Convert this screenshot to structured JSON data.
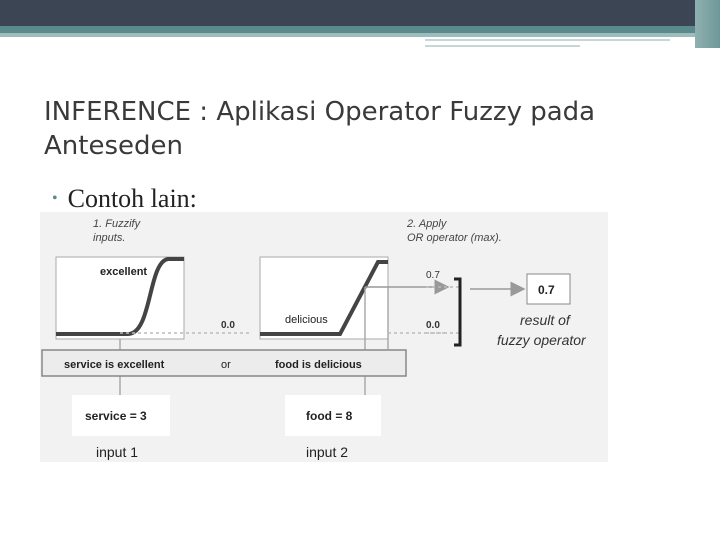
{
  "slide": {
    "title": "INFERENCE : Aplikasi Operator Fuzzy pada Anteseden",
    "bullet": "Contoh lain:"
  },
  "diagram": {
    "step1_line1": "1. Fuzzify",
    "step1_line2": "inputs.",
    "step2_line1": "2. Apply",
    "step2_line2": "OR operator (max).",
    "mf1_label": "excellent",
    "mf2_label": "delicious",
    "mid_value": "0.0",
    "or_top_value": "0.7",
    "or_bottom_value": "0.0",
    "result_value": "0.7",
    "result_line1": "result of",
    "result_line2": "fuzzy operator",
    "rule_left": "service is excellent",
    "rule_or": "or",
    "rule_right": "food is delicious",
    "input1_value": "service = 3",
    "input2_value": "food = 8",
    "input1_label": "input 1",
    "input2_label": "input 2"
  }
}
